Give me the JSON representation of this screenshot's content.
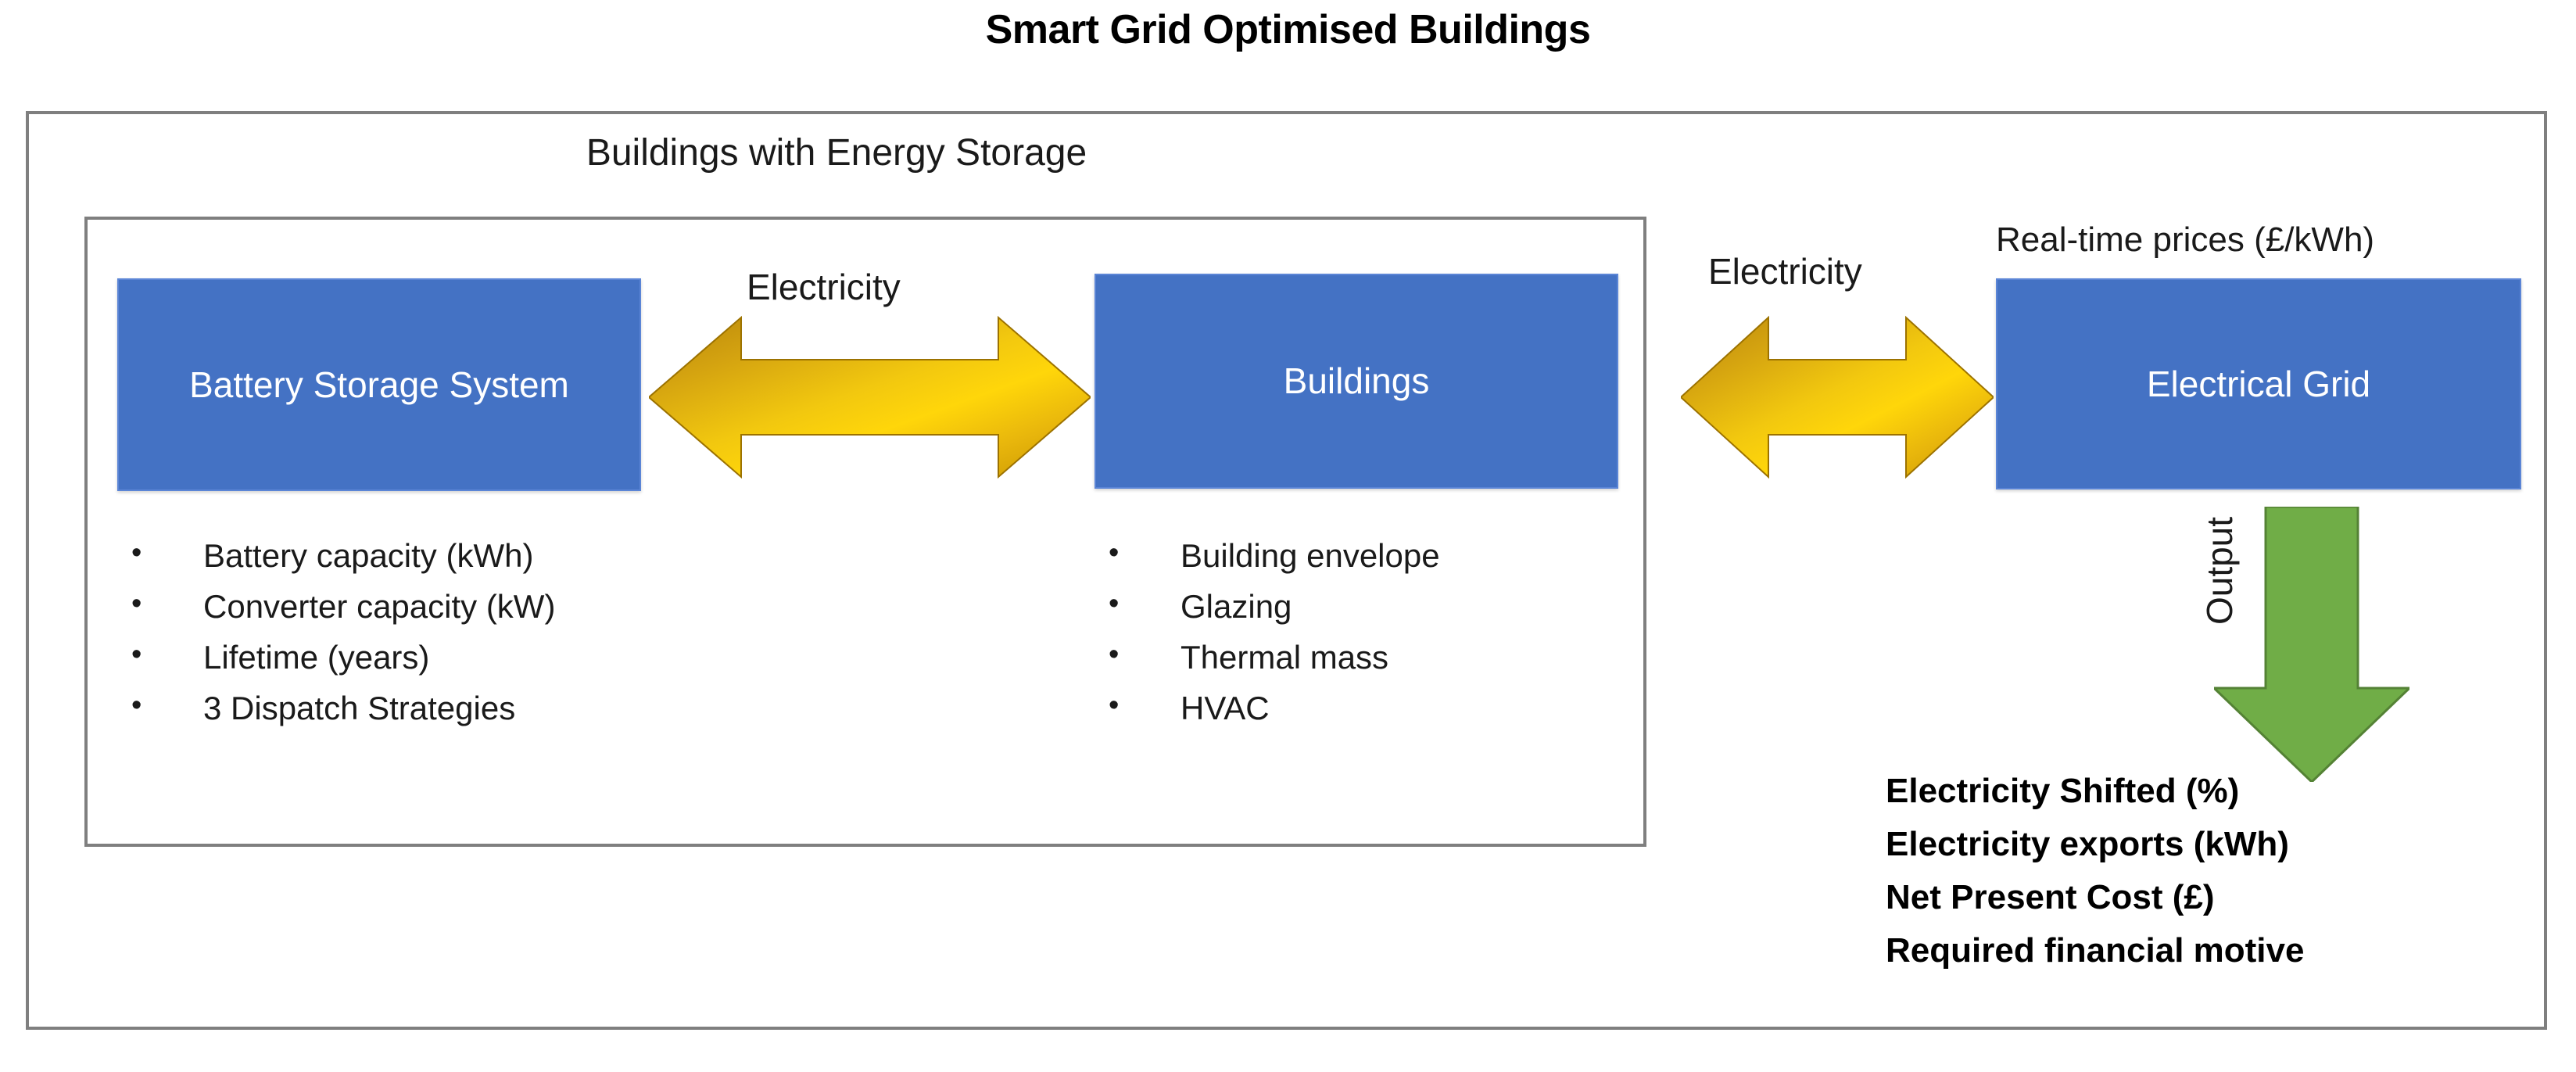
{
  "title": "Smart Grid Optimised Buildings",
  "storage_group": {
    "title": "Buildings with Energy Storage"
  },
  "nodes": {
    "battery": {
      "label": "Battery Storage System",
      "bullets": [
        "Battery capacity (kWh)",
        "Converter capacity (kW)",
        "Lifetime (years)",
        "3 Dispatch Strategies"
      ]
    },
    "buildings": {
      "label": "Buildings",
      "bullets": [
        "Building envelope",
        "Glazing",
        "Thermal mass",
        "HVAC"
      ]
    },
    "grid": {
      "label": "Electrical Grid",
      "caption": "Real-time prices (£/kWh)"
    }
  },
  "arrows": {
    "battery_buildings_label": "Electricity",
    "buildings_grid_label": "Electricity",
    "output_label": "Output"
  },
  "outputs": [
    "Electricity Shifted (%)",
    "Electricity exports (kWh)",
    "Net Present Cost (£)",
    "Required financial motive"
  ],
  "colors": {
    "node_blue": "#4472C4",
    "arrow_gold": "#E8B60C",
    "arrow_gold_dark": "#BF8F00",
    "output_green": "#70AD47",
    "frame_gray": "#7F7F7F"
  }
}
